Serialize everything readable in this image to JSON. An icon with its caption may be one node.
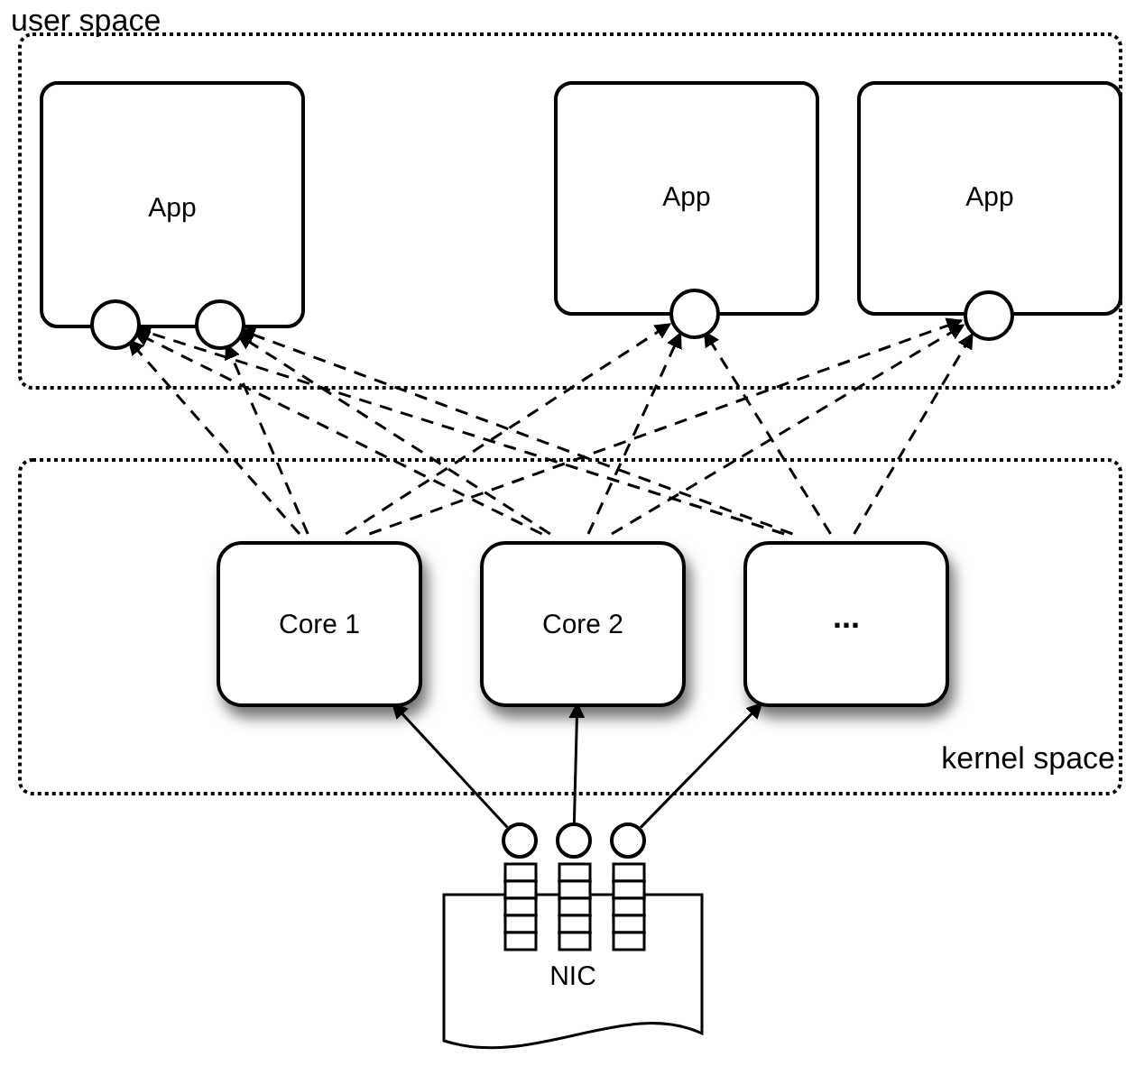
{
  "diagram": {
    "nodes": [
      {
        "text": [
          "user space"
        ]
      },
      {
        "text": [
          "App"
        ],
        "in": 0
      },
      {
        "text": [],
        "shape": "circle",
        "in": 0
      },
      {
        "text": [],
        "shape": "circle",
        "in": 0
      },
      {
        "text": [
          "App"
        ],
        "in": 0
      },
      {
        "text": [],
        "shape": "circle",
        "in": 0
      },
      {
        "text": [
          "App"
        ],
        "in": 0
      },
      {
        "text": [],
        "shape": "circle",
        "in": 0
      },
      {
        "text": [
          "kernel space"
        ]
      },
      {
        "text": [
          "Core 1"
        ],
        "in": 8
      },
      {
        "text": [
          "Core 2"
        ],
        "in": 8
      },
      {
        "text": [
          "..."
        ],
        "in": 8
      },
      {
        "text": [
          "NIC"
        ]
      },
      {
        "text": [],
        "shape": "circle"
      },
      {
        "text": [],
        "shape": "circle"
      },
      {
        "text": [],
        "shape": "circle"
      }
    ],
    "edges": [
      {
        "from": 9,
        "to": 2,
        "arrow": "to",
        "style": "dashed"
      },
      {
        "from": 9,
        "to": 3,
        "arrow": "to",
        "style": "dashed"
      },
      {
        "from": 9,
        "to": 5,
        "arrow": "to",
        "style": "dashed"
      },
      {
        "from": 9,
        "to": 7,
        "arrow": "to",
        "style": "dashed"
      },
      {
        "from": 10,
        "to": 2,
        "arrow": "to",
        "style": "dashed"
      },
      {
        "from": 10,
        "to": 3,
        "arrow": "to",
        "style": "dashed"
      },
      {
        "from": 10,
        "to": 5,
        "arrow": "to",
        "style": "dashed"
      },
      {
        "from": 10,
        "to": 7,
        "arrow": "to",
        "style": "dashed"
      },
      {
        "from": 11,
        "to": 2,
        "arrow": "to",
        "style": "dashed"
      },
      {
        "from": 11,
        "to": 3,
        "arrow": "to",
        "style": "dashed"
      },
      {
        "from": 11,
        "to": 5,
        "arrow": "to",
        "style": "dashed"
      },
      {
        "from": 11,
        "to": 7,
        "arrow": "to",
        "style": "dashed"
      },
      {
        "from": 13,
        "to": 9,
        "arrow": "to"
      },
      {
        "from": 14,
        "to": 10,
        "arrow": "to"
      },
      {
        "from": 15,
        "to": 11,
        "arrow": "to"
      }
    ]
  }
}
